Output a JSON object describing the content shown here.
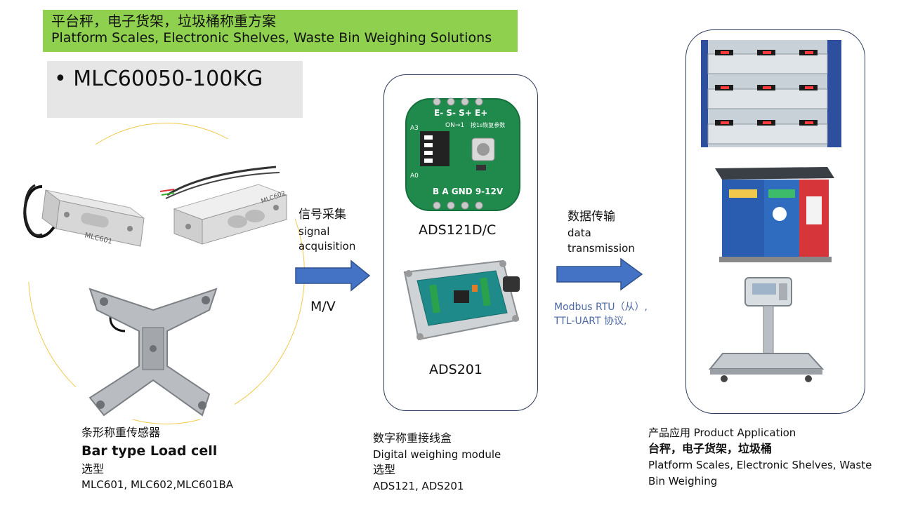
{
  "title": {
    "zh": "平台秤，电子货架，垃圾桶称重方案",
    "en": "Platform Scales, Electronic Shelves, Waste Bin Weighing Solutions"
  },
  "model": {
    "bullet": "•",
    "name": "MLC60050-100KG"
  },
  "photo_labels": {
    "mlc601": "MLC601",
    "mlc602": "MLC602"
  },
  "board_labels": {
    "pins_top": "E- S- S+ E+",
    "on": "ON→1",
    "reset_note": "按1s恢复参数",
    "a3": "A3",
    "a0": "A0",
    "pins_bottom": "B  A  GND 9-12V"
  },
  "signal": {
    "zh": "信号采集",
    "en1": "signal",
    "en2": "acquisition",
    "unit": "M/V"
  },
  "modules": {
    "ads121": "ADS121D/C",
    "ads201": "ADS201"
  },
  "transmission": {
    "zh": "数据传输",
    "en1": "data",
    "en2": "transmission",
    "protocol1": "Modbus RTU（从）,",
    "protocol2": "TTL-UART 协议,"
  },
  "captions": {
    "left": {
      "zh": "条形称重传感器",
      "en": "Bar type Load cell",
      "select_zh": "选型",
      "models": "MLC601, MLC602,MLC601BA"
    },
    "middle": {
      "zh": "数字称重接线盒",
      "en": "Digital weighing module",
      "select_zh": "选型",
      "models": "ADS121, ADS201"
    },
    "right": {
      "title": "产品应用 Product Application",
      "zh": "台秤，电子货架，垃圾桶",
      "en1": "Platform Scales, Electronic Shelves, Waste",
      "en2": "Bin Weighing"
    }
  },
  "colors": {
    "banner": "#8fd14f",
    "model_box": "#e6e6e6",
    "circle": "#f2c94c",
    "arrow": "#4472c4",
    "frame": "#2f3b5c",
    "protocol_text": "#4f6aa5"
  }
}
